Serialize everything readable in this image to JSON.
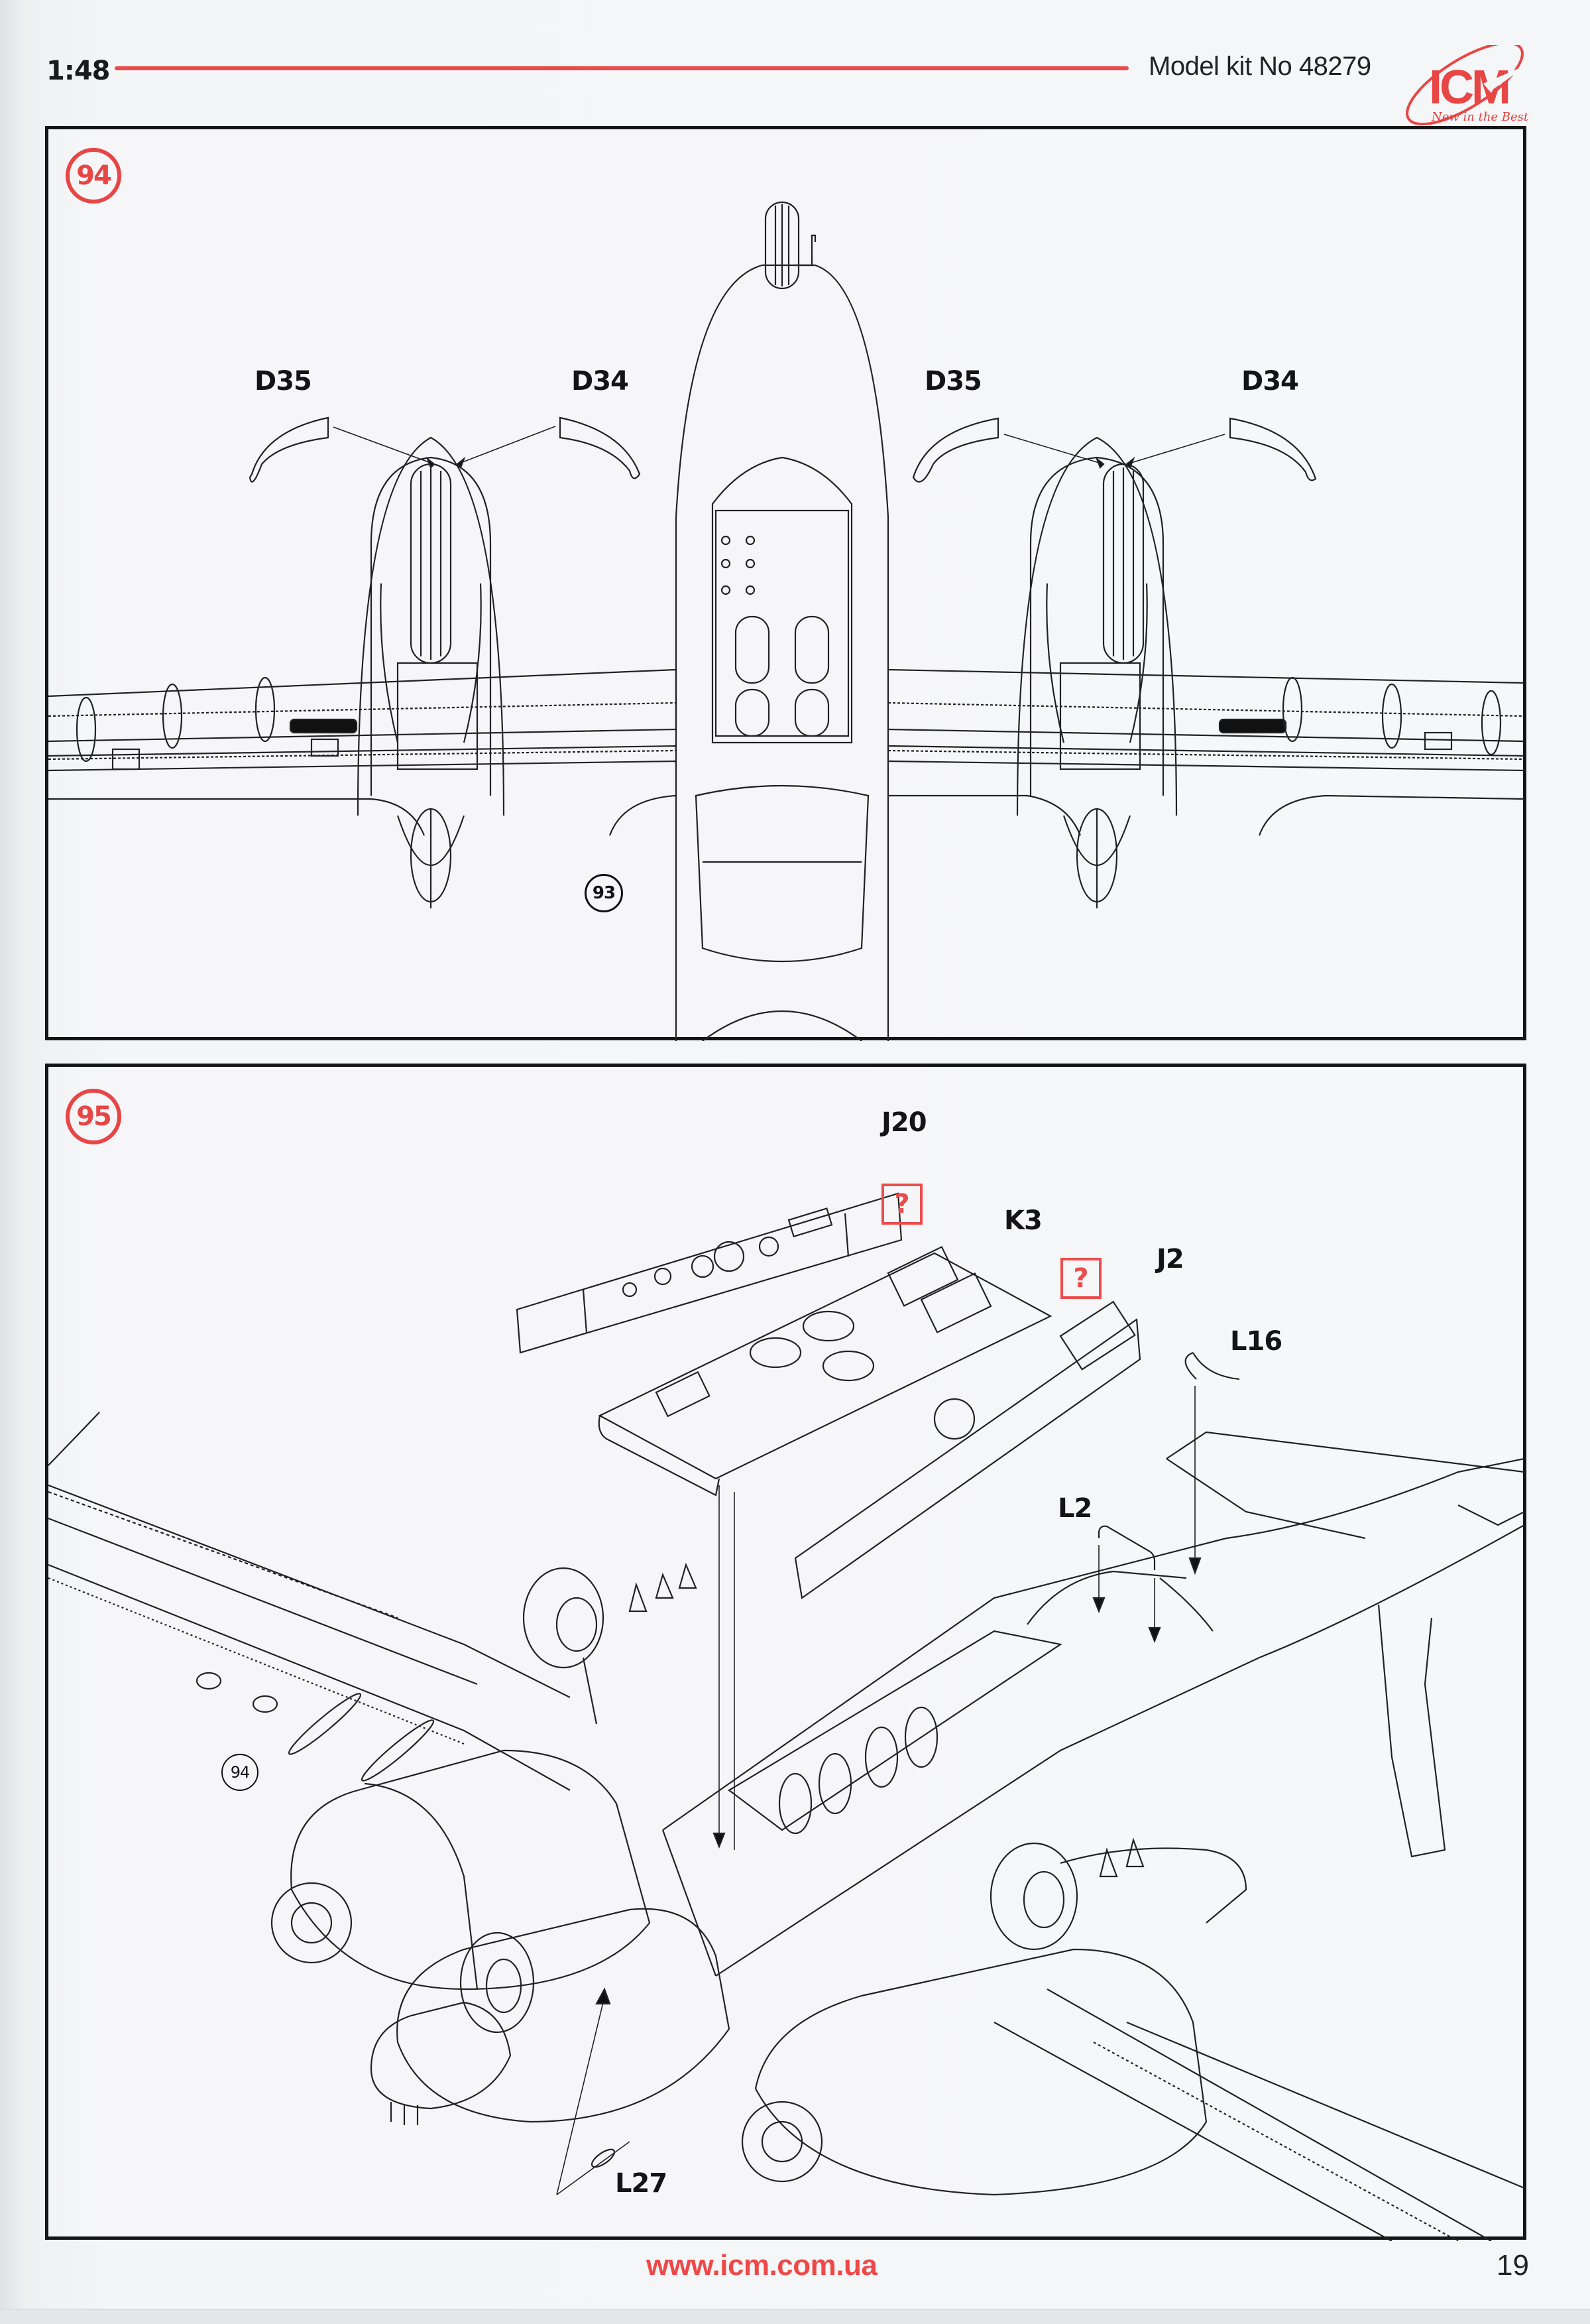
{
  "header": {
    "scale": "1:48",
    "kit_number": "Model kit No 48279",
    "logo_text": "ICM",
    "logo_tagline": "New in the Best",
    "accent_color": "#e84545"
  },
  "steps": [
    {
      "number": "94",
      "references": [
        {
          "label": "93"
        }
      ],
      "parts": [
        {
          "label": "D35",
          "side": "left nacelle"
        },
        {
          "label": "D34",
          "side": "left nacelle"
        },
        {
          "label": "D35",
          "side": "right nacelle"
        },
        {
          "label": "D34",
          "side": "right nacelle"
        }
      ],
      "view": "underside view: two engine nacelles and central fuselage bay"
    },
    {
      "number": "95",
      "references": [
        {
          "label": "94"
        }
      ],
      "parts": [
        {
          "label": "J20"
        },
        {
          "label": "K3"
        },
        {
          "label": "J2"
        },
        {
          "label": "L16"
        },
        {
          "label": "L2"
        },
        {
          "label": "L27"
        }
      ],
      "markers": [
        {
          "symbol": "?",
          "meaning": "paint reference"
        },
        {
          "symbol": "?",
          "meaning": "paint reference"
        }
      ],
      "view": "isometric view: bomb bay panels and fittings"
    }
  ],
  "footer": {
    "url": "www.icm.com.ua",
    "page_number": "19"
  }
}
